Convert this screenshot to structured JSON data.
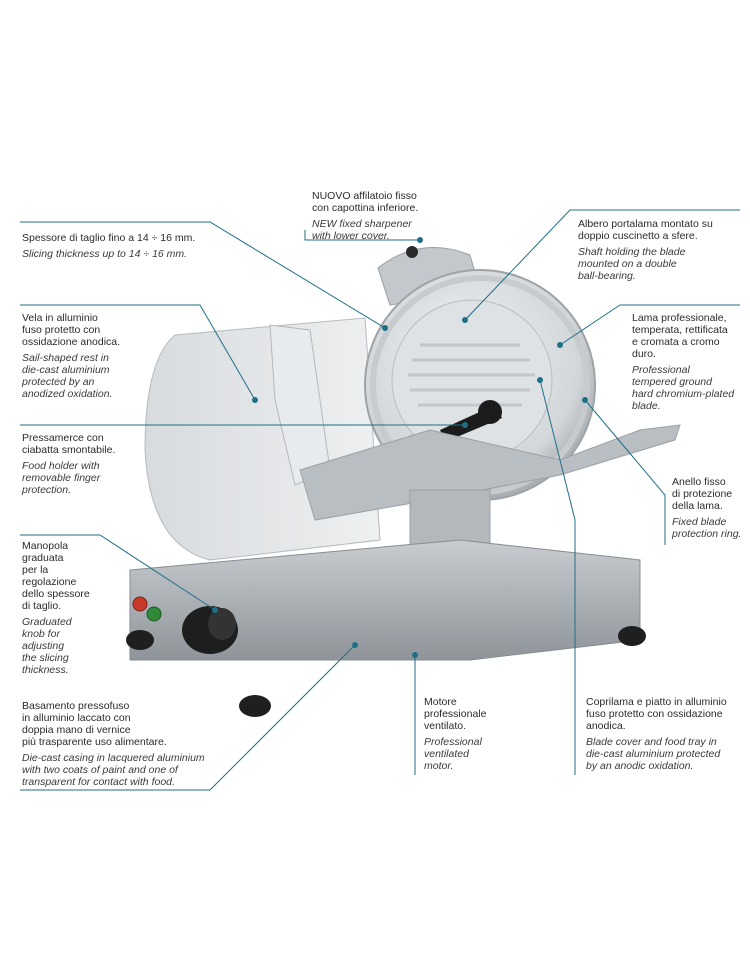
{
  "colors": {
    "leader": "#1f6f86",
    "body": "#9aa0a6",
    "dark": "#1c1c1c",
    "button_red": "#c83a2a",
    "button_green": "#2f8a3a"
  },
  "callouts": {
    "thickness": {
      "it": "Spessore di taglio fino a 14 ÷ 16 mm.",
      "en": "Slicing thickness up to 14 ÷ 16 mm."
    },
    "sharpener": {
      "it": "NUOVO affilatoio fisso\ncon capottina inferiore.",
      "en": "NEW fixed sharpener\nwith lower cover."
    },
    "shaft": {
      "it": "Albero portalama montato su\ndoppio cuscinetto a sfere.",
      "en": "Shaft holding the blade\nmounted on a double\nball-bearing."
    },
    "sail": {
      "it": "Vela in alluminio\nfuso protetto con\nossidazione anodica.",
      "en": "Sail-shaped rest in\ndie-cast aluminium\nprotected by an\nanodized oxidation."
    },
    "blade": {
      "it": "Lama professionale,\ntemperata, rettificata\ne cromata a cromo\nduro.",
      "en": "Professional\ntempered ground\nhard chromium-plated\nblade."
    },
    "holder": {
      "it": "Pressamerce con\nciabatta smontabile.",
      "en": "Food holder with\nremovable finger\nprotection."
    },
    "ring": {
      "it": "Anello fisso\ndi protezione\ndella lama.",
      "en": "Fixed blade\nprotection ring."
    },
    "knob": {
      "it": "Manopola\ngraduata\nper la\nregolazione\ndello spessore\ndi taglio.",
      "en": "Graduated\nknob for\nadjusting\nthe slicing\nthickness."
    },
    "base": {
      "it": "Basamento pressofuso\nin alluminio laccato con\ndoppia mano di vernice\npiù trasparente uso alimentare.",
      "en": "Die-cast casing in lacquered aluminium\nwith two coats of paint and one of\ntransparent for contact with food."
    },
    "motor": {
      "it": "Motore\nprofessionale\nventilato.",
      "en": "Professional\nventilated\nmotor."
    },
    "cover": {
      "it": "Coprilama e piatto in alluminio\nfuso protetto con ossidazione\nanodica.",
      "en": "Blade cover and food tray in\ndie-cast aluminium protected\nby an anodic oxidation."
    }
  }
}
